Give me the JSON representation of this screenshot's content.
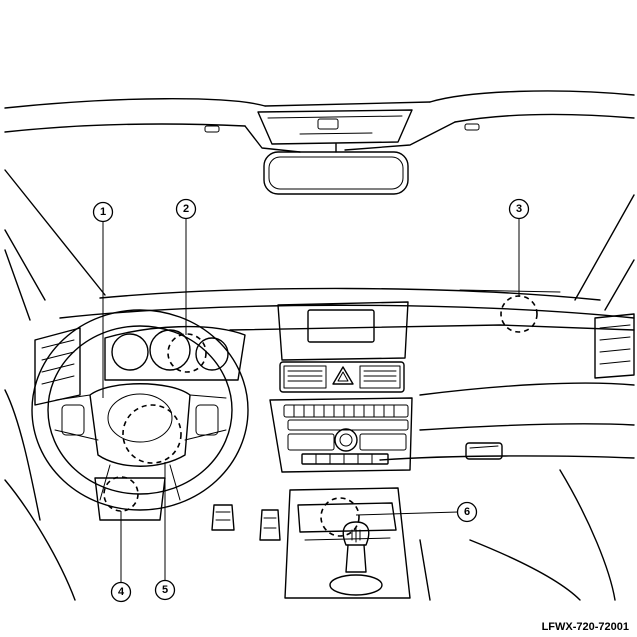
{
  "diagram": {
    "code": "LFWX-720-72001",
    "callouts": [
      {
        "id": "1"
      },
      {
        "id": "2"
      },
      {
        "id": "3"
      },
      {
        "id": "4"
      },
      {
        "id": "5"
      },
      {
        "id": "6"
      }
    ]
  }
}
